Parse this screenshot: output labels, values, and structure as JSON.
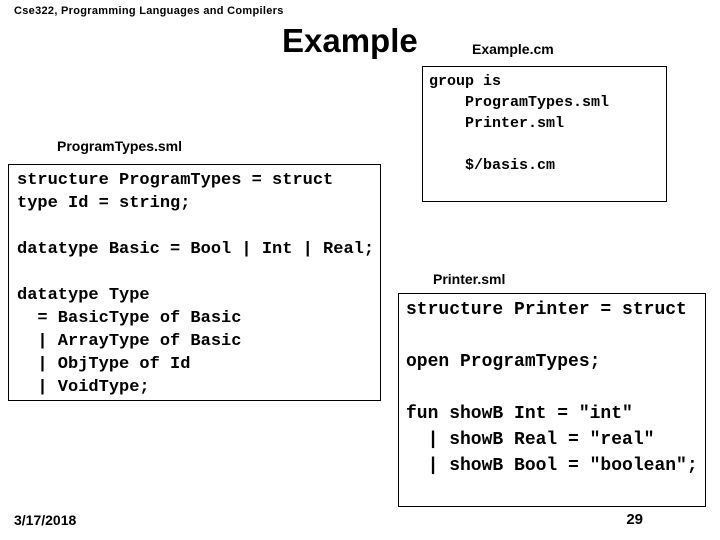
{
  "slide": {
    "header": "Cse322, Programming Languages and Compilers",
    "title": "Example",
    "date": "3/17/2018",
    "page_number": "29"
  },
  "panels": {
    "example_cm": {
      "label": "Example.cm",
      "code_lines": [
        "group is",
        "    ProgramTypes.sml",
        "    Printer.sml",
        "",
        "    $/basis.cm"
      ]
    },
    "program_types_sml": {
      "label": "ProgramTypes.sml",
      "code_lines": [
        "structure ProgramTypes = struct",
        "type Id = string;",
        "",
        "datatype Basic = Bool | Int | Real;",
        "",
        "datatype Type",
        "  = BasicType of Basic",
        "  | ArrayType of Basic",
        "  | ObjType of Id",
        "  | VoidType;"
      ]
    },
    "printer_sml": {
      "label": "Printer.sml",
      "code_lines": [
        "structure Printer = struct",
        "",
        "open ProgramTypes;",
        "",
        "fun showB Int = \"int\"",
        "  | showB Real = \"real\"",
        "  | showB Bool = \"boolean\";"
      ]
    }
  },
  "colors": {
    "background": "#ffffff",
    "text": "#000000",
    "box_border": "#000000"
  }
}
